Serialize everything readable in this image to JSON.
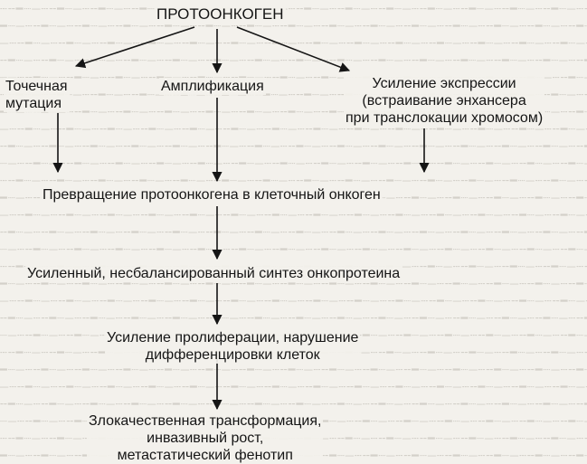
{
  "diagram": {
    "root": "ПРОТООНКОГЕН",
    "mechanisms": {
      "point_mutation": [
        "Точечная",
        "мутация"
      ],
      "amplification": "Амплификация",
      "expression": [
        "Усиление экспрессии",
        "(встраивание энхансера",
        "при транслокации хромосом)"
      ]
    },
    "step1": "Превращение протоонкогена в клеточный онкоген",
    "step2": "Усиленный, несбалансированный синтез онкопротеина",
    "step3": [
      "Усиление пролиферации, нарушение",
      "дифференцировки клеток"
    ],
    "step4": [
      "Злокачественная трансформация,",
      "инвазивный рост,",
      "метастатический фенотип"
    ]
  },
  "colors": {
    "ink": "#151515",
    "paper": "#f3f1ec",
    "bleed_text": "#b9b6ae"
  }
}
